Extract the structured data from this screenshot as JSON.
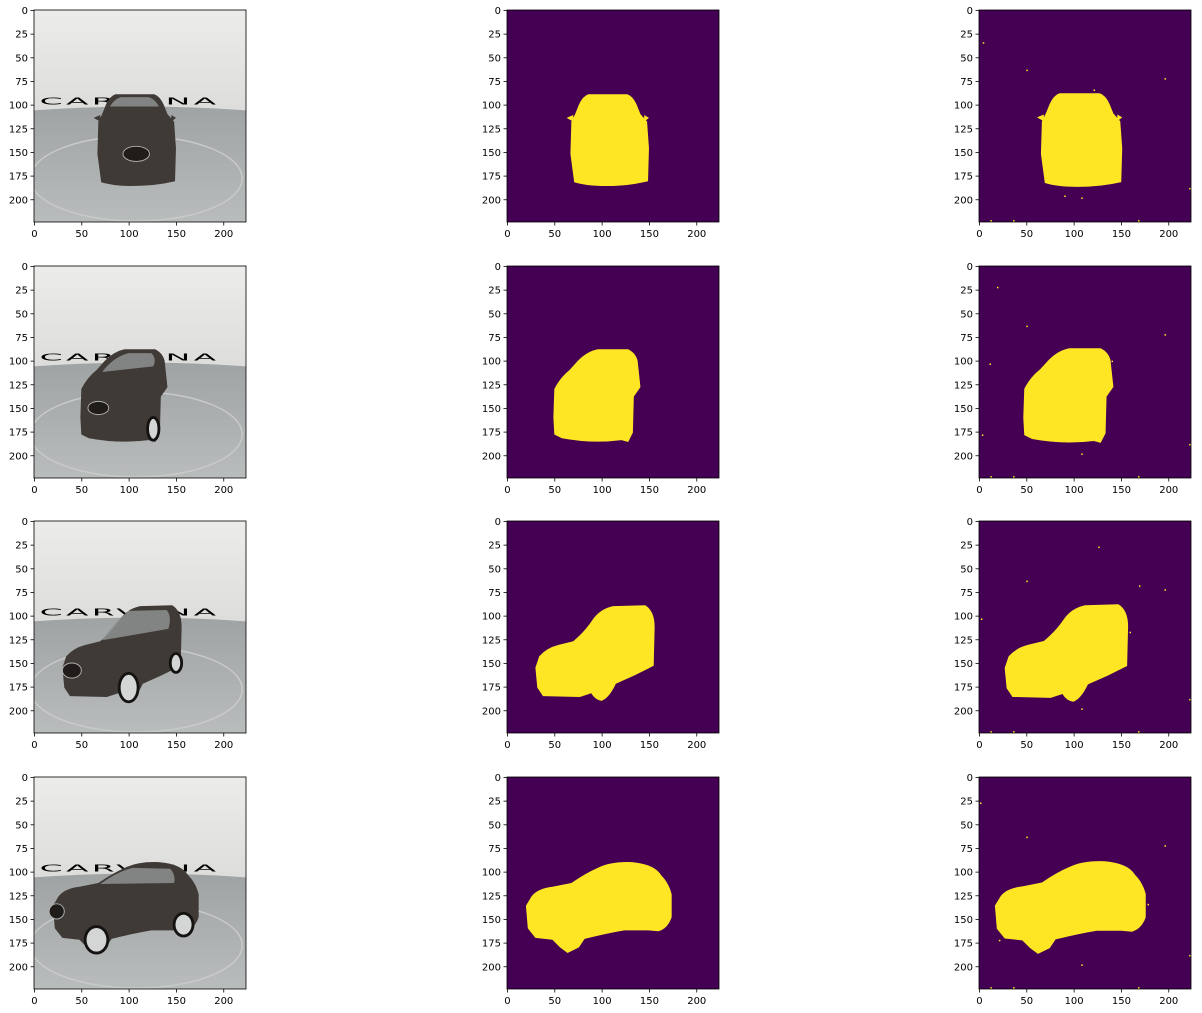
{
  "figure": {
    "rows": 4,
    "cols": 3,
    "x_ticks": [
      "0",
      "50",
      "100",
      "150",
      "200"
    ],
    "y_ticks": [
      "0",
      "25",
      "50",
      "75",
      "100",
      "125",
      "150",
      "175",
      "200"
    ],
    "axis_range": [
      0,
      224
    ],
    "photo_text": "CARVANA",
    "panel_types": [
      "input-photo",
      "ground-truth-mask",
      "predicted-mask"
    ],
    "colors": {
      "mask_background": "#440154",
      "mask_foreground": "#fde725",
      "studio_wall": "#e7e6e3",
      "studio_floor": "#a4a8a9",
      "car_body": "#3f3a36",
      "logo_letters": "#58595b"
    },
    "views": [
      "front",
      "front-left three-quarter",
      "left three-quarter",
      "left side"
    ]
  }
}
